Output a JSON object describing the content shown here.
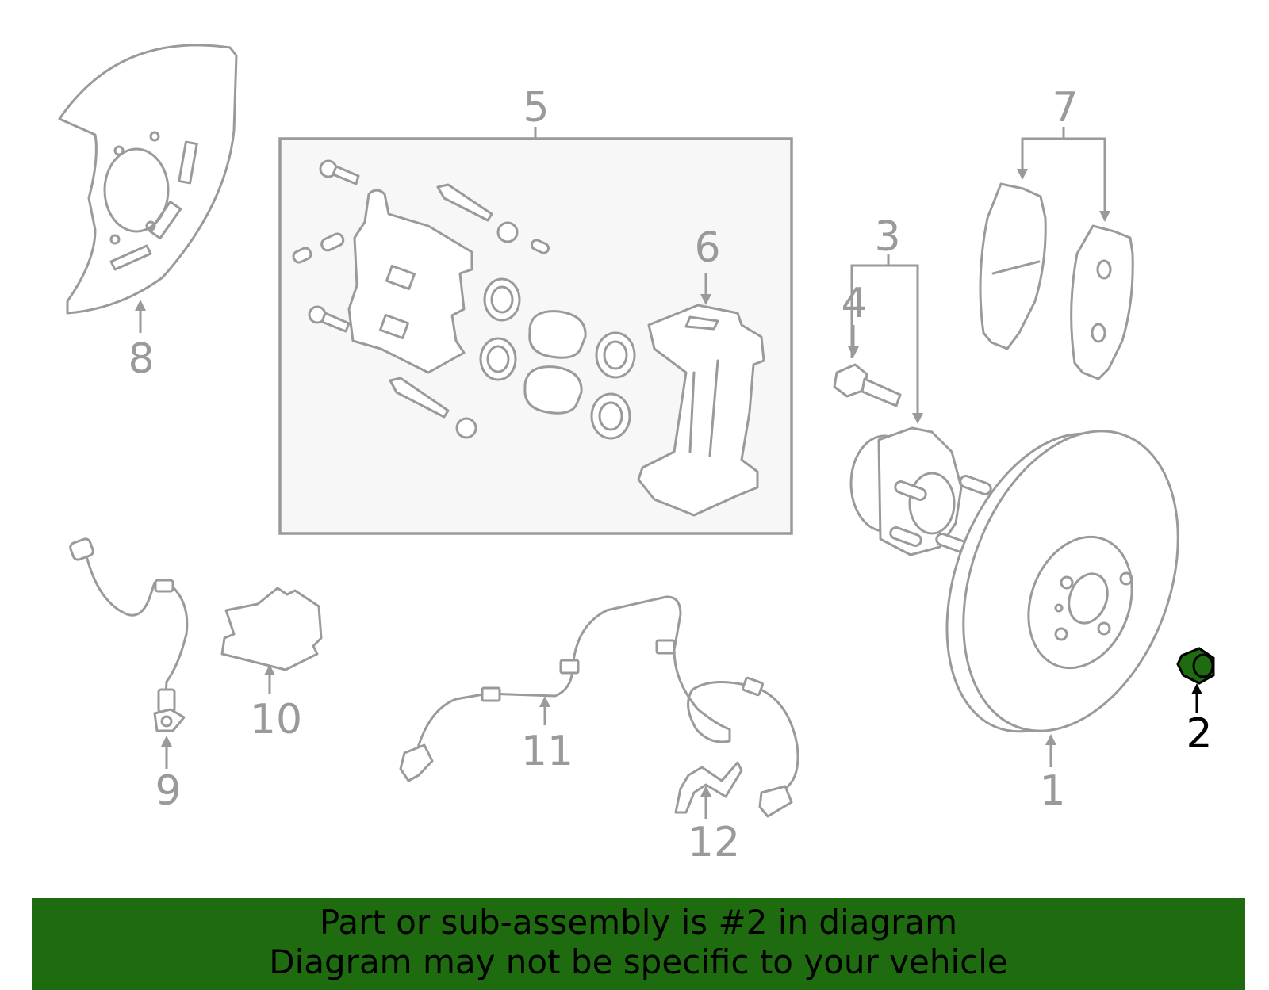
{
  "callouts": {
    "c1": "1",
    "c2": "2",
    "c3": "3",
    "c4": "4",
    "c5": "5",
    "c6": "6",
    "c7": "7",
    "c8": "8",
    "c9": "9",
    "c10": "10",
    "c11": "11",
    "c12": "12"
  },
  "highlighted_part": "2",
  "colors": {
    "line": "#9a9a9a",
    "highlight": "#1e6b10",
    "banner": "#1e6b10",
    "kit_box": "#f7f7f7"
  },
  "banner": {
    "line1": "Part or sub-assembly is #2 in diagram",
    "line2": "Diagram may not be specific to your vehicle"
  }
}
